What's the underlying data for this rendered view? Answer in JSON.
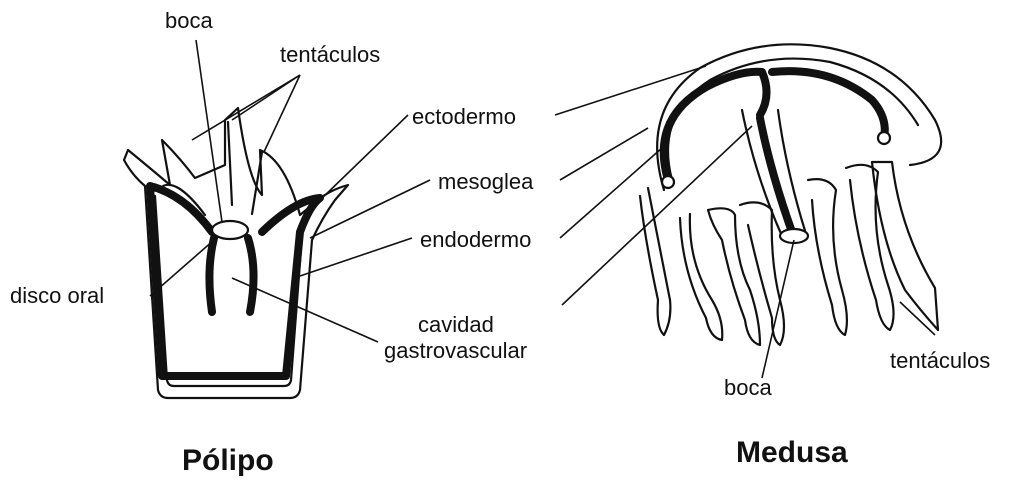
{
  "polyp": {
    "title": "Pólipo",
    "labels": {
      "boca": "boca",
      "tentaculos": "tentáculos",
      "disco_oral": "disco oral"
    }
  },
  "medusa": {
    "title": "Medusa",
    "labels": {
      "tentaculos": "tentáculos",
      "boca": "boca"
    }
  },
  "shared_labels": {
    "ectodermo": "ectodermo",
    "mesoglea": "mesoglea",
    "endodermo": "endodermo",
    "cavidad_line1": "cavidad",
    "cavidad_line2": "gastrovascular"
  }
}
